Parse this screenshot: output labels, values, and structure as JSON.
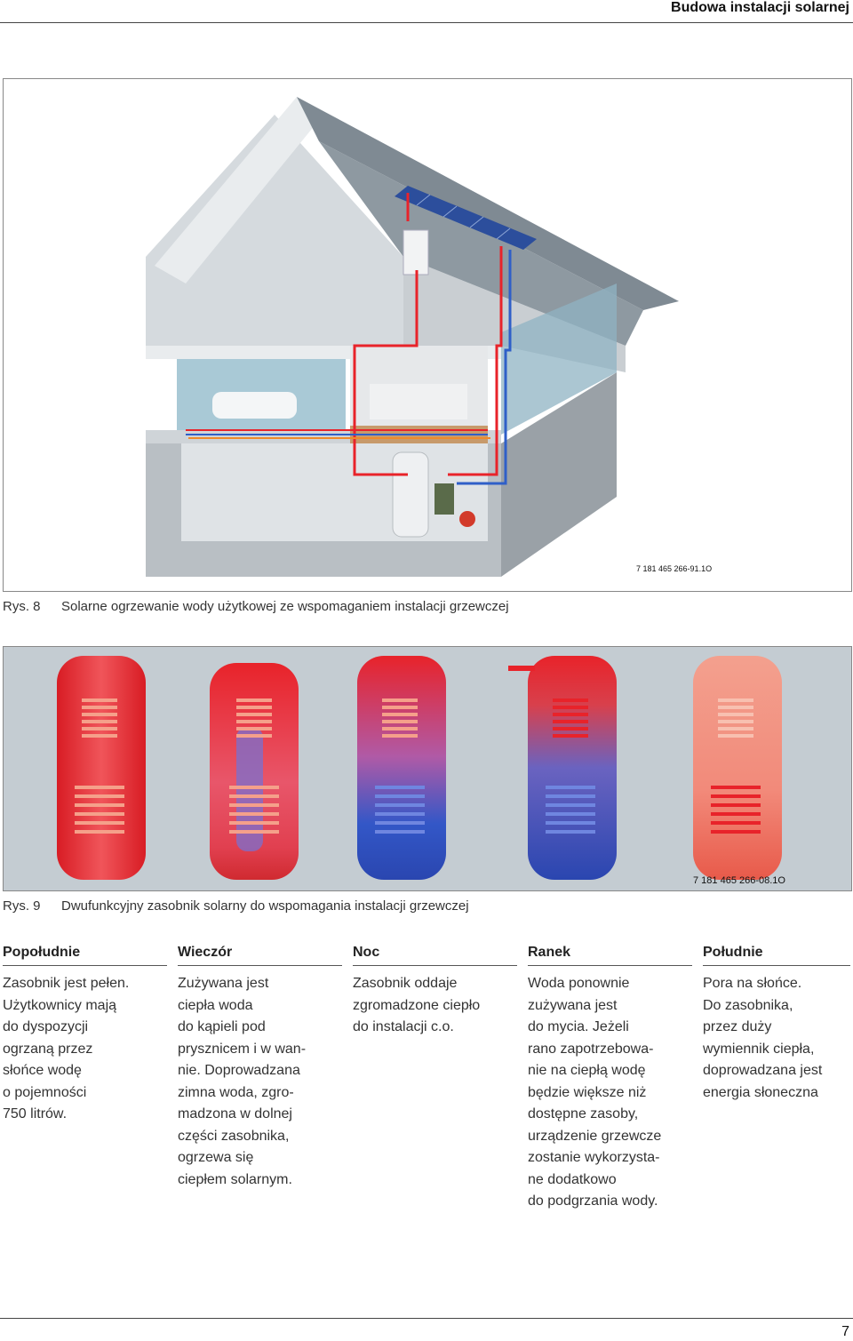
{
  "header": {
    "title": "Budowa instalacji solarnej"
  },
  "figure8": {
    "code": "7 181 465 266-91.1O",
    "caption_num": "Rys. 8",
    "caption": "Solarne ogrzewanie wody użytkowej ze wspomaganiem instalacji grzewczej"
  },
  "figure9": {
    "code": "7 181 465 266-08.1O",
    "caption_num": "Rys. 9",
    "caption": "Dwufunkcyjny zasobnik solarny do wspomagania instalacji grzewczej"
  },
  "columns": [
    {
      "title": "Popołudnie",
      "text": "Zasobnik jest pełen.\nUżytkownicy mają\ndo dyspozycji\nogrzaną przez\nsłońce wodę\no pojemności\n750 litrów."
    },
    {
      "title": "Wieczór",
      "text": "Zużywana jest\nciepła woda\ndo kąpieli pod\nprysznicem i w wan-\nnie. Doprowadzana\nzimna woda, zgro-\nmadzona w dolnej\nczęści zasobnika,\nogrzewa się\nciepłem solarnym."
    },
    {
      "title": "Noc",
      "text": "Zasobnik oddaje\nzgromadzone ciepło\ndo instalacji c.o."
    },
    {
      "title": "Ranek",
      "text": "Woda ponownie\nzużywana jest\ndo mycia. Jeżeli\nrano zapotrzebowa-\nnie na ciepłą wodę\nbędzie większe niż\ndostępne zasoby,\nurządzenie grzewcze\nzostanie wykorzysta-\nne dodatkowo\ndo podgrzania wody."
    },
    {
      "title": "Południe",
      "text": "Pora na słońce.\nDo zasobnika,\nprzez duży\nwymiennik ciepła,\ndoprowadzana jest\nenergia słoneczna"
    }
  ],
  "page_number": "7",
  "colors": {
    "hot": "#e8232a",
    "warm": "#f28a7a",
    "cold": "#2f5fc8",
    "tank_bg": "#c4ccd2"
  }
}
